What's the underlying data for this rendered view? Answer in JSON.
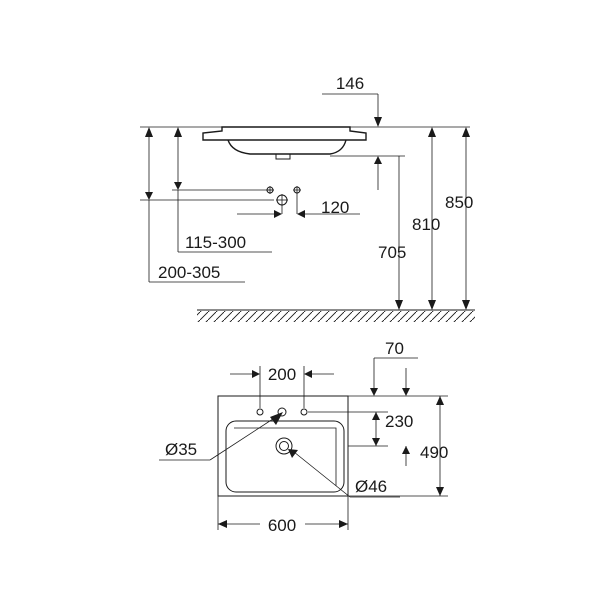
{
  "side_view": {
    "dim_top": "146",
    "dim_valve_offset": "120",
    "dim_range_a": "115-300",
    "dim_range_b": "200-305",
    "dim_705": "705",
    "dim_810": "810",
    "dim_850": "850"
  },
  "top_view": {
    "dim_hole_spacing": "200",
    "dim_offset": "70",
    "dim_230": "230",
    "dim_490": "490",
    "dim_width": "600",
    "dim_tap_hole": "Ø35",
    "dim_drain": "Ø46"
  }
}
